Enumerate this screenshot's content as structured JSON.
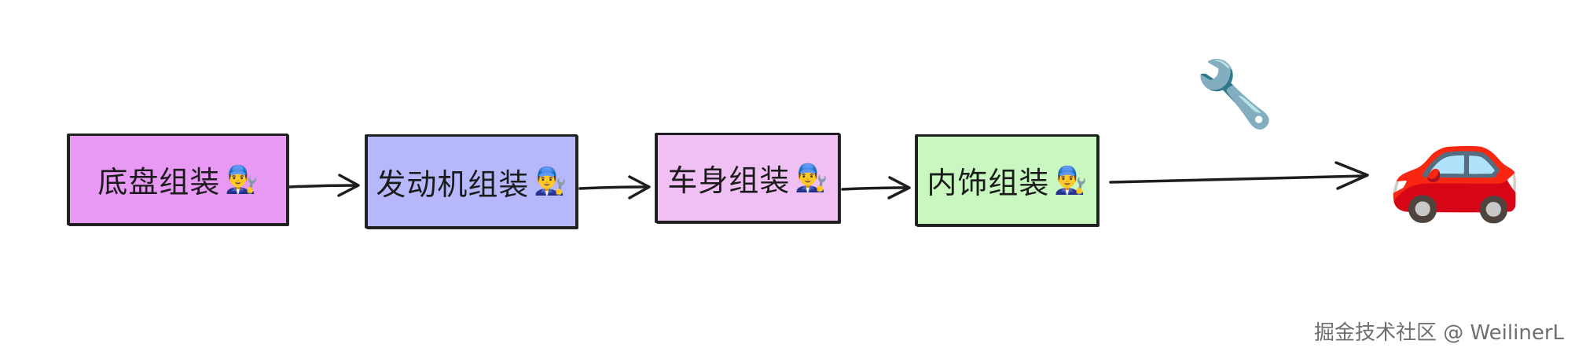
{
  "steps": [
    {
      "label": "底盘组装",
      "icon": "👨‍🔧",
      "color": "#e899f4"
    },
    {
      "label": "发动机组装",
      "icon": "👨‍🔧",
      "color": "#b6b8fb"
    },
    {
      "label": "车身组装",
      "icon": "👨‍🔧",
      "color": "#f0c0f5"
    },
    {
      "label": "内饰组装",
      "icon": "👨‍🔧",
      "color": "#c8f8c0"
    }
  ],
  "wrench_icon": "🔧",
  "car_icon": "🚗",
  "watermark": "掘金技术社区 @ WeilinerL"
}
